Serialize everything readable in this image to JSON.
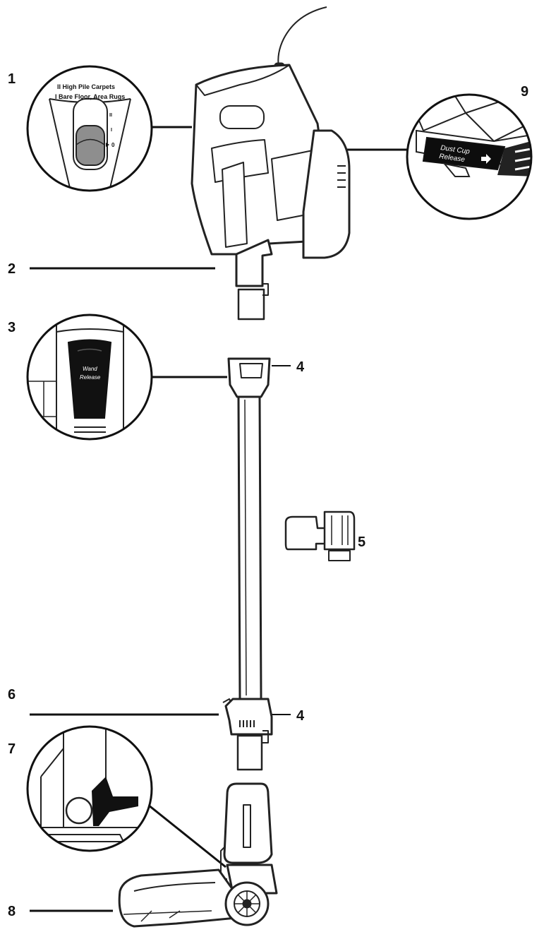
{
  "callouts": {
    "c1": "1",
    "c2": "2",
    "c3": "3",
    "c4_top": "4",
    "c4_bottom": "4",
    "c5": "5",
    "c6": "6",
    "c7": "7",
    "c8": "8",
    "c9": "9"
  },
  "detail_power_switch": {
    "line1": "II High Pile Carpets",
    "line2": "I Bare Floor, Area Rugs",
    "mark_high": "II",
    "mark_low": "I",
    "mark_off": "0"
  },
  "detail_dust_cup": {
    "line1": "Dust Cup",
    "line2": "Release"
  },
  "detail_wand_release": {
    "line1": "Wand",
    "line2": "Release"
  }
}
